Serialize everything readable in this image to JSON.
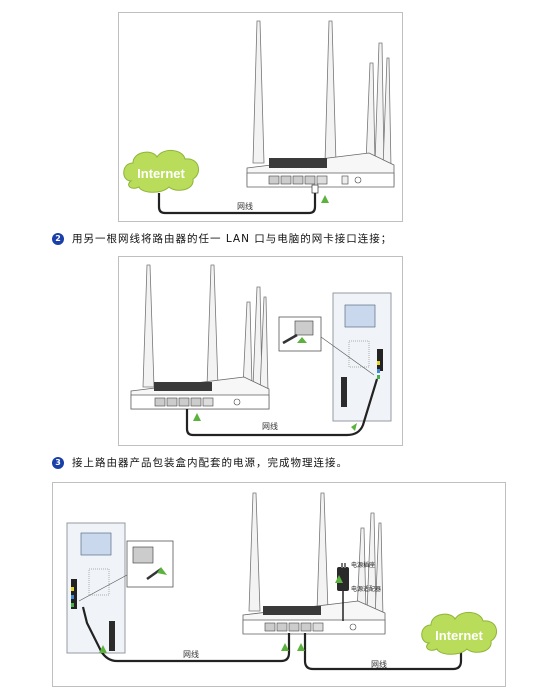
{
  "panel1": {
    "internet_label": "Internet",
    "cable_label": "网线"
  },
  "step2": {
    "number": "2",
    "text": "用另一根网线将路由器的任一 LAN 口与电脑的网卡接口连接；"
  },
  "panel2": {
    "cable_label": "网线"
  },
  "step3": {
    "number": "3",
    "text": "接上路由器产品包装盒内配套的电源，完成物理连接。"
  },
  "panel3": {
    "cable_label_left": "网线",
    "cable_label_right": "网线",
    "internet_label": "Internet",
    "power_plug_label": "电源插座",
    "power_adapter_label": "电源适配器"
  }
}
